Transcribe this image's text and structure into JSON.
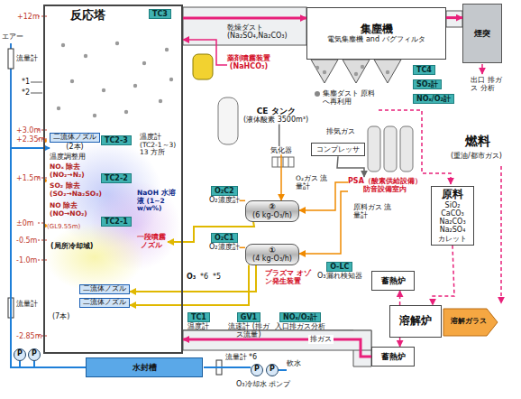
{
  "diagram": {
    "nodes": [
      {
        "text": [
          "反応塔"
        ]
      },
      {
        "text": [
          "二流体ノズル",
          "(2本)"
        ],
        "in": 0
      },
      {
        "text": [
          "TC2-3"
        ],
        "in": 0
      },
      {
        "text": [
          "TC2-2"
        ],
        "in": 0
      },
      {
        "text": [
          "TC2-1"
        ],
        "in": 0
      },
      {
        "text": [
          "一段噴霧 ノズル"
        ],
        "in": 0
      },
      {
        "text": [
          "二流体ノズル"
        ],
        "in": 0
      },
      {
        "text": [
          "二流体ノズル"
        ],
        "in": 0
      },
      {
        "text": [
          "水封槽"
        ]
      },
      {
        "text": [
          "TC3"
        ],
        "in": 0
      },
      {
        "text": [
          "薬剤噴霧装置",
          "(NaHCO₃)"
        ]
      },
      {
        "text": [
          "集塵機",
          "電気集塵機 and バグフィルタ"
        ]
      },
      {
        "text": [
          "TC4"
        ]
      },
      {
        "text": [
          "SO₂計"
        ]
      },
      {
        "text": [
          "NOₓ/O₂計"
        ]
      },
      {
        "text": [
          "煙突"
        ]
      },
      {
        "text": [
          "CE タンク",
          "(液体酸素 3500m³)"
        ]
      },
      {
        "text": [
          "気化器"
        ]
      },
      {
        "text": [
          "O₂C2",
          "O₂濃度計"
        ]
      },
      {
        "text": [
          "②",
          "(6 kg-O₃/h)"
        ]
      },
      {
        "text": [
          "O₂C1",
          "O₂濃度計"
        ]
      },
      {
        "text": [
          "①",
          "(4 kg-O₃/h)"
        ]
      },
      {
        "text": [
          "O-LC",
          "O₃漏れ検知器"
        ]
      },
      {
        "text": [
          "コンプレッサ"
        ]
      },
      {
        "text": [
          "PSA（酸素供給設備）",
          "防音設備室内"
        ]
      },
      {
        "text": [
          "原料",
          "SiO₂",
          "CaCO₃",
          "Na₂CO₃",
          "Na₂SO₄",
          "カレット"
        ]
      },
      {
        "text": [
          "蓄熱炉"
        ]
      },
      {
        "text": [
          "溶解炉"
        ]
      },
      {
        "text": [
          "蓄熱炉"
        ]
      },
      {
        "text": [
          "TC1",
          "温度計"
        ]
      },
      {
        "text": [
          "GV1",
          "流速計 (排ガス流量)"
        ]
      },
      {
        "text": [
          "NOₓ/O₂計",
          "入口排ガス分析"
        ]
      }
    ],
    "edges": [
      {
        "from": 0,
        "to": 11,
        "arrow": "to"
      },
      {
        "from": 11,
        "to": 15,
        "arrow": "to"
      },
      {
        "from": 27,
        "to": 26,
        "arrow": "to"
      },
      {
        "from": 27,
        "to": 28,
        "arrow": "to"
      },
      {
        "from": 28,
        "to": 0,
        "label": "排ガス",
        "arrow": "to"
      },
      {
        "from": 25,
        "to": 27,
        "arrow": "to"
      },
      {
        "from": 16,
        "to": 17,
        "arrow": "none"
      },
      {
        "from": 17,
        "to": 19,
        "arrow": "to"
      },
      {
        "from": 24,
        "to": 19,
        "arrow": "to"
      },
      {
        "from": 24,
        "to": 21,
        "arrow": "to"
      },
      {
        "from": 18,
        "to": 19,
        "arrow": "none"
      },
      {
        "from": 20,
        "to": 21,
        "arrow": "none"
      },
      {
        "from": 19,
        "to": 5,
        "arrow": "to"
      },
      {
        "from": 21,
        "to": 6,
        "arrow": "to"
      },
      {
        "from": 21,
        "to": 7,
        "arrow": "to"
      },
      {
        "from": 23,
        "to": 24,
        "arrow": "to"
      },
      {
        "from": 10,
        "to": 0,
        "arrow": "to"
      },
      {
        "from": 8,
        "to": 1,
        "arrow": "to"
      }
    ],
    "labels": [
      "+12m",
      "+3.0m",
      "+2.35m",
      "+1.5m",
      "±0m",
      "(GL9.55m)",
      "-0.5m",
      "-1.0m",
      "-2.85m",
      "エアー",
      "流量計",
      "*1",
      "*2",
      "温度調整用",
      "NOₓ 除去 (NO₂→N₂)",
      "SO₂ 除去 (SO₂→Na₂SO₃)",
      "NO 除去 (NO→NO₂)",
      "温度計 (TC2-1～3) 13 方所",
      "NaOH 水溶液 (1~2 w/w%)",
      "(局所冷却域)",
      "(7本)",
      "O₃",
      "*6",
      "*5",
      "流量計",
      "P",
      "P",
      "流量計",
      "*6",
      "P",
      "P",
      "軟水",
      "O₃冷却水 ポンプ",
      "乾燥ダスト (Na₂SO₄,Na₂CO₃)",
      "集塵ダスト 原料へ再利用",
      "排気ガス",
      "O₂ガス 流量計",
      "プラズマ オゾン発生装置",
      "原料ガス 流量計",
      "溶解ガラス",
      "燃料",
      "(重油/都市ガス)",
      "出口 排ガス 分析"
    ]
  }
}
